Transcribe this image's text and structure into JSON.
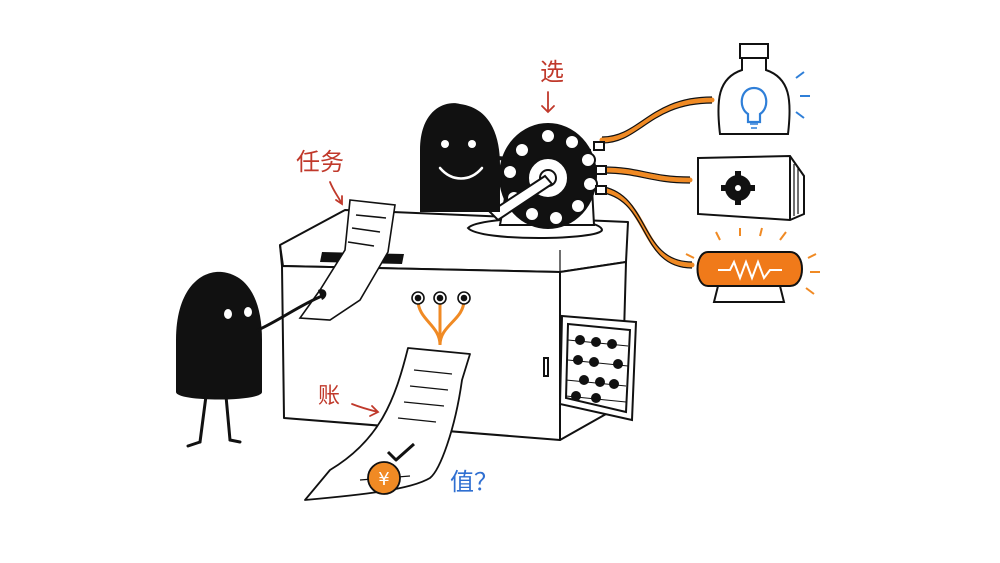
{
  "labels": {
    "task": "任务",
    "select": "选",
    "bill": "账",
    "worth": "值？"
  },
  "icons": {
    "bulb_jar": "lightbulb-jar-icon",
    "gear_box": "gear-box-icon",
    "tube": "glowing-tube-icon",
    "abacus": "abacus-icon",
    "dial": "rotary-dial-icon",
    "yen_coin": "yen-coin-icon",
    "check": "checkmark-icon"
  },
  "colors": {
    "ink": "#111111",
    "label_red": "#c0392b",
    "label_blue": "#2f6fd1",
    "orange": "#f08a24",
    "bulb_blue": "#2f7fd8",
    "tube_fill": "#f07a1a"
  },
  "receipt": {
    "currency_symbol": "¥"
  }
}
